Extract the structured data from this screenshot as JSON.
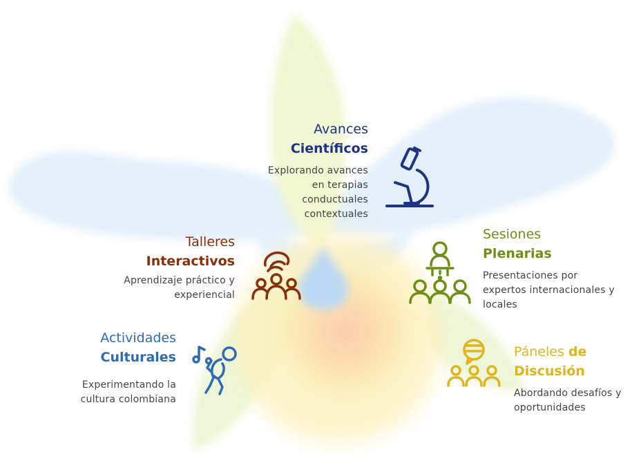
{
  "features": {
    "avances": {
      "line1": "Avances",
      "line2": "Científicos",
      "desc": [
        "Explorando avances",
        "en terapias",
        "conductuales",
        "contextuales"
      ]
    },
    "talleres": {
      "line1": "Talleres",
      "line2": "Interactivos",
      "desc": [
        "Aprendizaje práctico y",
        "experiencial"
      ]
    },
    "sesiones": {
      "line1": "Sesiones",
      "line2": "Plenarias",
      "desc": [
        "Presentaciones por",
        "expertos internacionales y",
        "locales"
      ]
    },
    "actividades": {
      "line1": "Actividades",
      "line2": "Culturales",
      "desc": [
        "Experimentando la",
        "cultura colombiana"
      ]
    },
    "paneles": {
      "line1a": "Páneles",
      "line1b": "de",
      "line2": "Discusión",
      "desc": [
        "Abordando desafíos y",
        "oportunidades"
      ]
    }
  },
  "colors": {
    "avances": "#1e3383",
    "talleres": "#8a2e0a",
    "sesiones": "#6b9013",
    "actividades": "#2f6bb5",
    "paneles": "#e0b41c"
  },
  "icons": {
    "avances": "microscope-icon",
    "talleres": "workshop-hands-icon",
    "sesiones": "speaker-audience-icon",
    "actividades": "dancer-music-icon",
    "paneles": "panel-discussion-icon"
  }
}
